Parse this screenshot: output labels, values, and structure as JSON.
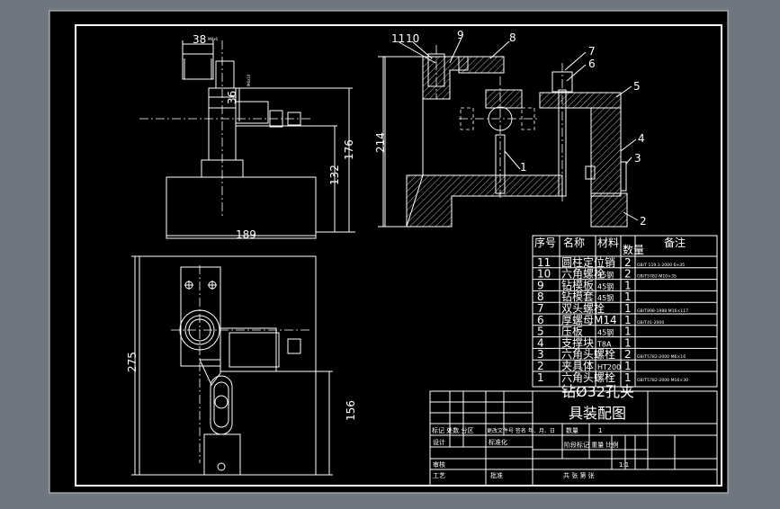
{
  "dimensions": {
    "d38": "38",
    "d38_note": "M8x6",
    "d36": "36",
    "d36_note": "M6x10",
    "d176": "176",
    "d132": "132",
    "d189": "189",
    "d214": "214",
    "d275": "275",
    "d156": "156"
  },
  "balloons": [
    "1",
    "2",
    "3",
    "4",
    "5",
    "6",
    "7",
    "8",
    "9",
    "10",
    "11"
  ],
  "bom": {
    "headers": {
      "seq": "序号",
      "name": "名称",
      "material": "材料",
      "qty": "数量",
      "note": "备注"
    },
    "rows": [
      {
        "seq": "11",
        "name": "圆柱定位销",
        "material": "",
        "qty": "2",
        "note": "GB/T 119.1-2000 6×35"
      },
      {
        "seq": "10",
        "name": "六角螺栓",
        "material": "45钢",
        "qty": "2",
        "note": "GB/T5782-M10×35"
      },
      {
        "seq": "9",
        "name": "钻模板",
        "material": "45钢",
        "qty": "1",
        "note": ""
      },
      {
        "seq": "8",
        "name": "钻模套",
        "material": "45钢",
        "qty": "1",
        "note": ""
      },
      {
        "seq": "7",
        "name": "双头螺栓",
        "material": "",
        "qty": "1",
        "note": "GB/T898-1988 M16×117"
      },
      {
        "seq": "6",
        "name": "厚螺母M14",
        "material": "",
        "qty": "1",
        "note": "GB/T41-2000"
      },
      {
        "seq": "5",
        "name": "压板",
        "material": "45钢",
        "qty": "1",
        "note": ""
      },
      {
        "seq": "4",
        "name": "支撑块",
        "material": "T8A",
        "qty": "1",
        "note": ""
      },
      {
        "seq": "3",
        "name": "六角头螺栓",
        "material": "",
        "qty": "2",
        "note": "GB/T5782-2000 M6×16"
      },
      {
        "seq": "2",
        "name": "夹具体",
        "material": "HT200",
        "qty": "1",
        "note": ""
      },
      {
        "seq": "1",
        "name": "六角头螺栓",
        "material": "",
        "qty": "1",
        "note": "GB/T5782-2000 M16×30"
      }
    ]
  },
  "title_block": {
    "title_line1": "钻Ø32孔夹",
    "title_line2": "具装配图",
    "quantity_label": "数量",
    "quantity_value": "1",
    "rev_labels": "标记 处数 分区",
    "rev_labels2": "更改文件号 签名 年、月、日",
    "design": "设计",
    "standardize": "标准化",
    "stage_labels": "阶段标记 重量 比例",
    "review": "审核",
    "process": "工艺",
    "approve": "批准",
    "scale": "1:1",
    "sheets": "共  张  第  张"
  }
}
